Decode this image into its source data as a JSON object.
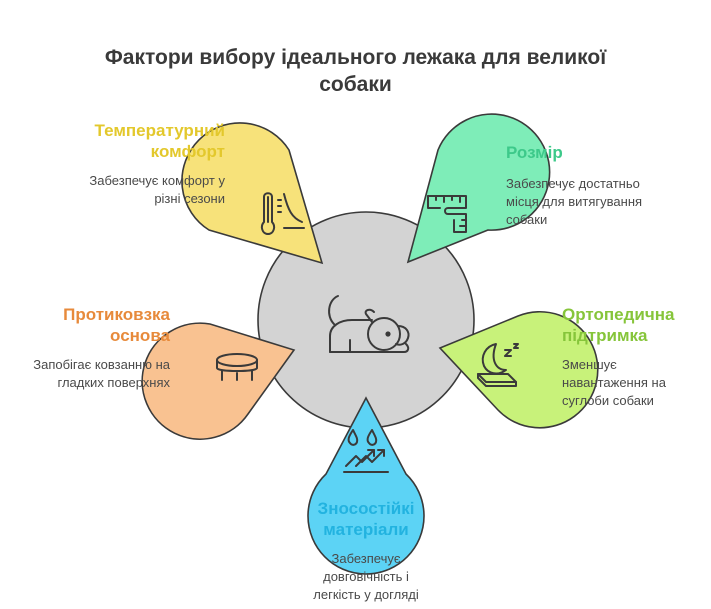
{
  "title_line1": "Фактори вибору ідеального лежака для великої",
  "title_line2": "собаки",
  "center": {
    "icon": "dog-lying-icon"
  },
  "factors": [
    {
      "id": "temperature",
      "title_line1": "Температурний",
      "title_line2": "комфорт",
      "desc_line1": "Забезпечує комфорт у",
      "desc_line2": "різні сезони",
      "color": "#F7E27A",
      "title_color": "#E3C82C",
      "icon": "thermometer-icon"
    },
    {
      "id": "size",
      "title_line1": "Розмір",
      "desc_line1": "Забезпечує достатньо",
      "desc_line2": "місця для витягування",
      "desc_line3": "собаки",
      "color": "#7EEDB8",
      "title_color": "#3DC98A",
      "icon": "ruler-icon"
    },
    {
      "id": "orthopedic",
      "title_line1": "Ортопедична",
      "title_line2": "підтримка",
      "desc_line1": "Зменшує",
      "desc_line2": "навантаження на",
      "desc_line3": "суглоби собаки",
      "color": "#C8F27A",
      "title_color": "#86C53A",
      "icon": "sleep-moon-icon"
    },
    {
      "id": "materials",
      "title_line1": "Зносостійкі",
      "title_line2": "матеріали",
      "desc_line1": "Забезпечує",
      "desc_line2": "довговічність і",
      "desc_line3": "легкість у догляді",
      "color": "#5CD3F5",
      "title_color": "#22B3E0",
      "icon": "water-drops-icon"
    },
    {
      "id": "antislip",
      "title_line1": "Протиковзка",
      "title_line2": "основа",
      "desc_line1": "Запобігає ковзанню на",
      "desc_line2": "гладких поверхнях",
      "color": "#F9C291",
      "title_color": "#E78A3B",
      "icon": "trampoline-icon"
    }
  ]
}
